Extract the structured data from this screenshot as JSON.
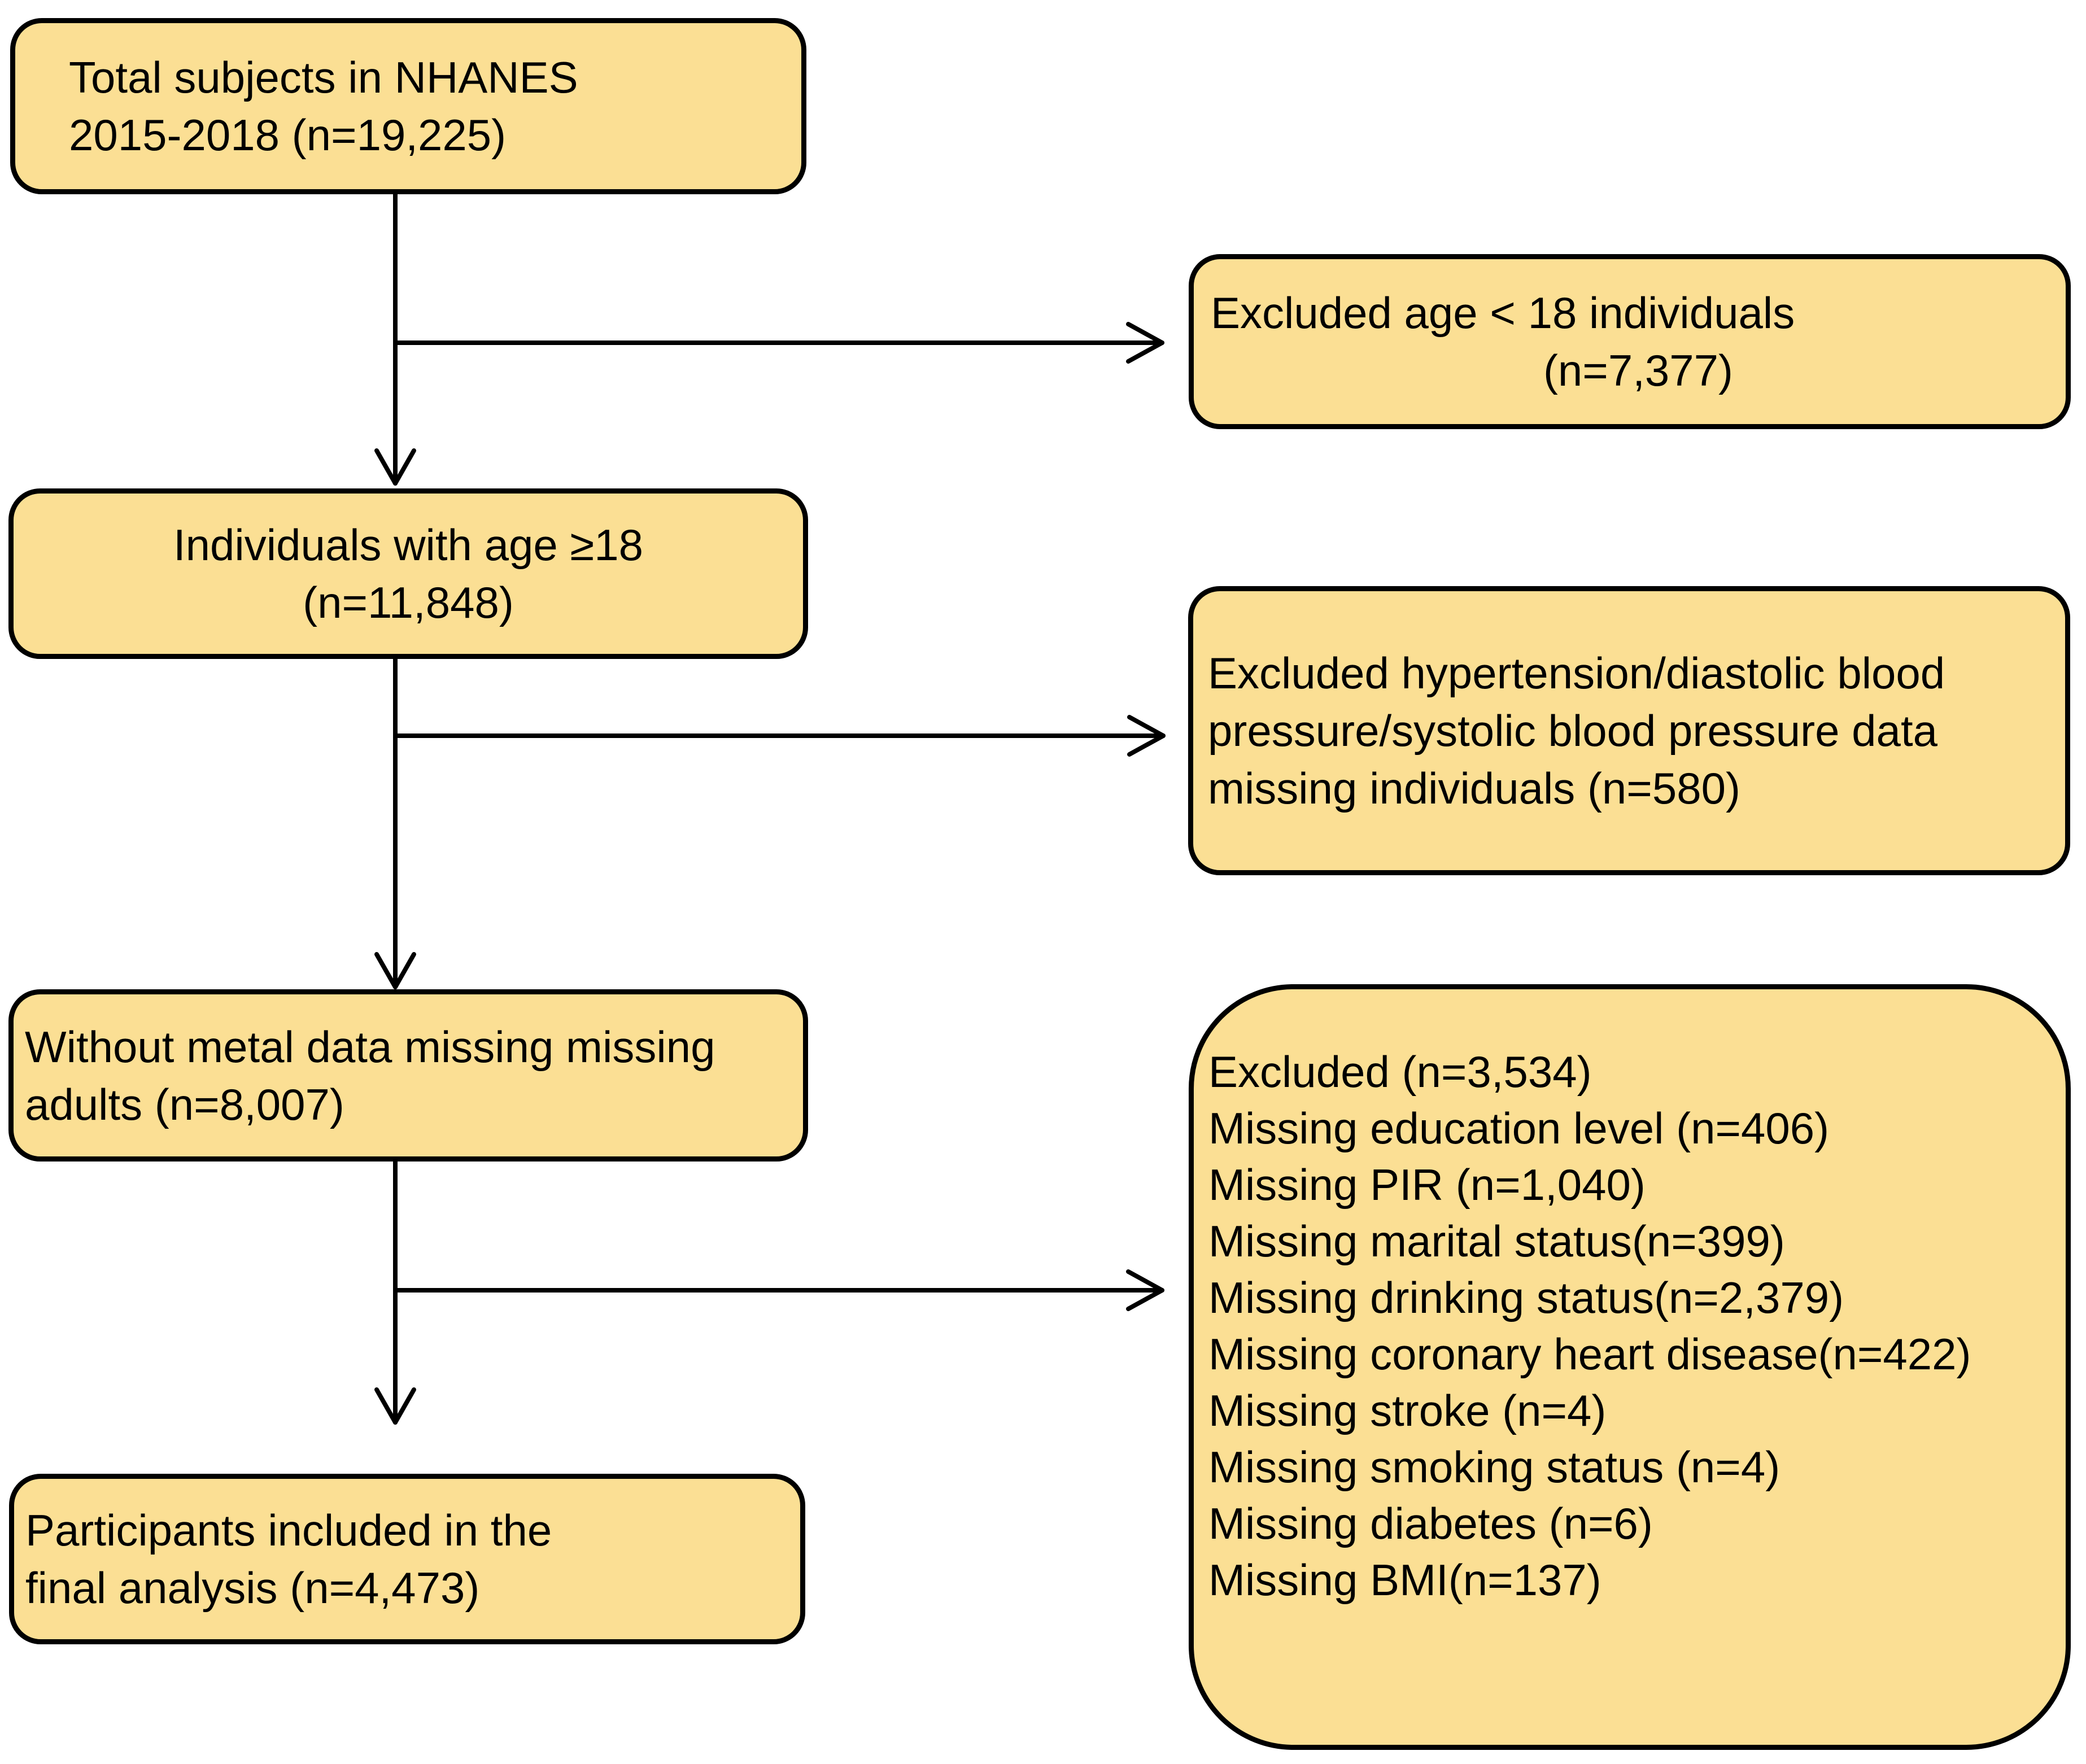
{
  "colors": {
    "box_fill": "#fbdf94",
    "box_border": "#000000",
    "arrow": "#000000",
    "background": "#ffffff",
    "text": "#000000"
  },
  "flowchart": {
    "left_column": [
      {
        "id": "total-subjects",
        "lines": [
          "Total subjects in NHANES",
          "2015-2018 (n=19,225)"
        ]
      },
      {
        "id": "adults",
        "lines": [
          "Individuals with age ≥18",
          "(n=11,848)"
        ]
      },
      {
        "id": "metal-complete",
        "lines": [
          "Without metal data missing missing",
          "adults (n=8,007)"
        ]
      },
      {
        "id": "final-analysis",
        "lines": [
          "Participants included in the",
          "final analysis (n=4,473)"
        ]
      }
    ],
    "right_column": [
      {
        "id": "excluded-age",
        "lines": [
          "Excluded age < 18 individuals",
          "(n=7,377)"
        ]
      },
      {
        "id": "excluded-bp",
        "lines": [
          "Excluded hypertension/diastolic blood",
          "pressure/systolic blood pressure data",
          "missing individuals (n=580)"
        ]
      },
      {
        "id": "excluded-covariates",
        "lines": [
          "Excluded (n=3,534)",
          "Missing education level (n=406)",
          "Missing PIR (n=1,040)",
          "Missing marital status(n=399)",
          "Missing drinking status(n=2,379)",
          "Missing coronary heart disease(n=422)",
          "Missing stroke (n=4)",
          "Missing smoking status (n=4)",
          "Missing diabetes (n=6)",
          "Missing BMI(n=137)"
        ]
      }
    ]
  }
}
